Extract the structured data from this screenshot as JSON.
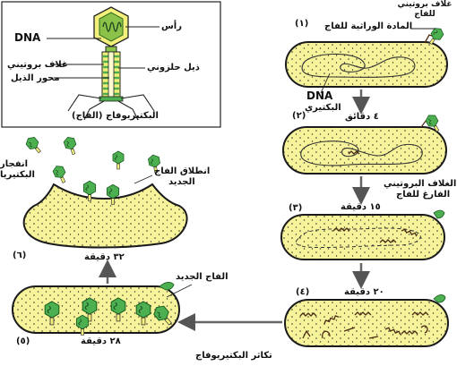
{
  "phage_box": {
    "head": "رأس",
    "dna": "DNA",
    "protein_coat": "غلاف بروتيني",
    "helical_tail": "ذيل حلزوني",
    "tail_axis": "محور الذيل",
    "caption": "البكتيريوفاج (الفاج)"
  },
  "stage1": {
    "number": "(١)",
    "phage_protein_coat": "غلاف بروتيني للفاج",
    "phage_genetic_material": "المادة الوراثية للفاج",
    "bacterial_dna_line1": "DNA",
    "bacterial_dna_line2": "البكتيري"
  },
  "stage2": {
    "number": "(٢)",
    "time": "٤ دقائق"
  },
  "stage3": {
    "number": "(٣)",
    "time": "١٥ دقيقة",
    "empty_coat_line1": "الغلاف البروتيني",
    "empty_coat_line2": "الفارغ للفاج"
  },
  "stage4": {
    "number": "(٤)",
    "time": "٢٠ دقيقة"
  },
  "stage5": {
    "number": "(٥)",
    "time": "٢٨ دقيقة",
    "new_phage": "الفاج الجديد",
    "caption": "تكاثر البكتيريوفاج"
  },
  "stage6": {
    "number": "(٦)",
    "time": "٣٢ دقيقة",
    "release_line1": "انطلاق الفاج",
    "release_line2": "الجديد",
    "burst_line1": "انفجار",
    "burst_line2": "البكتيريا"
  },
  "colors": {
    "bacterium_fill": "#f6f39a",
    "bacterium_stroke": "#1a1a1a",
    "phage_green": "#4caf50",
    "phage_dark": "#2e7d32",
    "tail_yellow": "#f2ef7a",
    "arrow": "#7b7b7b"
  },
  "icons": {
    "phage": "bacteriophage-icon",
    "arrow": "down-arrow-icon"
  }
}
